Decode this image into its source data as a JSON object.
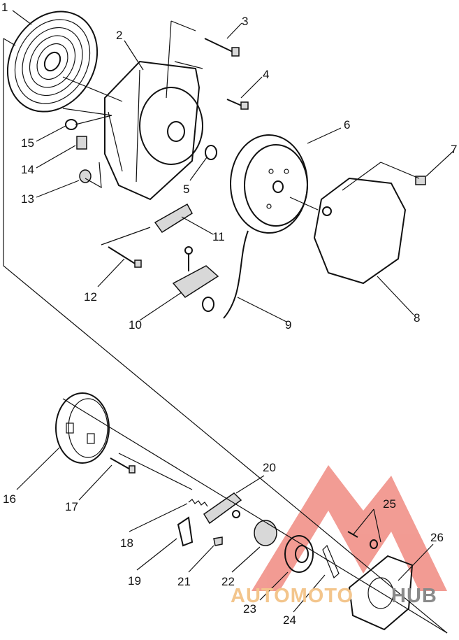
{
  "callouts": {
    "c1": "1",
    "c2": "2",
    "c3": "3",
    "c4": "4",
    "c5": "5",
    "c6": "6",
    "c7": "7",
    "c8": "8",
    "c9": "9",
    "c10": "10",
    "c11": "11",
    "c12": "12",
    "c13": "13",
    "c14": "14",
    "c15": "15",
    "c16": "16",
    "c17": "17",
    "c18": "18",
    "c19": "19",
    "c20": "20",
    "c21": "21",
    "c22": "22",
    "c23": "23",
    "c24": "24",
    "c25": "25",
    "c26": "26"
  },
  "watermark": {
    "part1": "AUTOMOTO",
    "part2": "HUB",
    "color_primary": "#e84a3c",
    "color_secondary": "#f3c58c"
  }
}
